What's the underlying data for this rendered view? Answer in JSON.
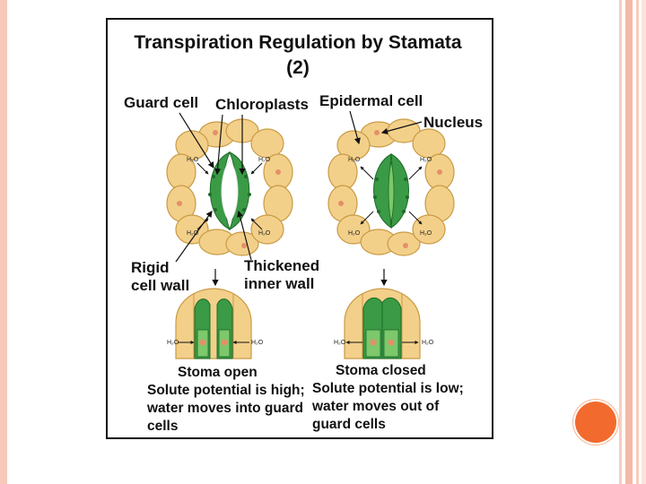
{
  "slide": {
    "accent_color": "#f26a2e",
    "stripe_color": "#f4b9a6"
  },
  "diagram": {
    "title_line1": "Transpiration Regulation by Stamata",
    "title_line2": "(2)",
    "labels": {
      "guard_cell": "Guard cell",
      "chloroplasts": "Chloroplasts",
      "epidermal_cell": "Epidermal cell",
      "nucleus": "Nucleus",
      "rigid_line1": "Rigid",
      "rigid_line2": "cell wall",
      "thickened_line1": "Thickened",
      "thickened_line2": "inner wall"
    },
    "water": "H₂O",
    "open_caption": {
      "title": "Stoma open",
      "line1": "Solute potential is high;",
      "line2": "water moves into guard",
      "line3": "cells"
    },
    "closed_caption": {
      "title": "Stoma closed",
      "line1": "Solute potential is low;",
      "line2": "water moves out of",
      "line3": "guard cells"
    },
    "colors": {
      "epidermal": "#f3d08a",
      "epidermal_edge": "#c99a44",
      "guard": "#3a9a45",
      "guard_light": "#7cc86a",
      "pore": "#ffffff",
      "nucleus": "#e58f6a"
    }
  }
}
